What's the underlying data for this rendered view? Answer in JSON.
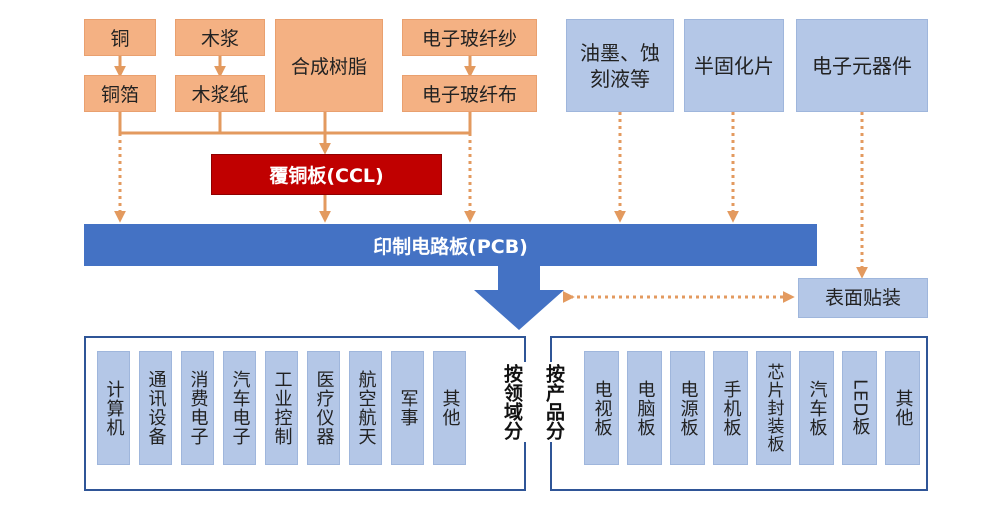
{
  "raw": {
    "copper": "铜",
    "copper_foil": "铜箔",
    "wood_pulp": "木浆",
    "wood_pulp_paper": "木浆纸",
    "synthetic_resin": "合成树脂",
    "glass_yarn": "电子玻纤纱",
    "glass_cloth": "电子玻纤布",
    "ink": "油墨、蚀刻液等",
    "prepreg": "半固化片",
    "components": "电子元器件"
  },
  "ccl": "覆铜板(CCL)",
  "pcb": "印制电路板(PCB)",
  "smt": "表面贴装",
  "by_domain": {
    "label": "按领域分",
    "items": [
      "计算机",
      "通讯设备",
      "消费电子",
      "汽车电子",
      "工业控制",
      "医疗仪器",
      "航空航天",
      "军事",
      "其他"
    ]
  },
  "by_product": {
    "label": "按产品分",
    "items": [
      "电视板",
      "电脑板",
      "电源板",
      "手机板",
      "芯片封装板",
      "汽车板",
      "LED板",
      "其他"
    ]
  },
  "colors": {
    "raw_material": "#f4b183",
    "auxiliary": "#b4c7e7",
    "ccl": "#c00000",
    "pcb": "#4472c4",
    "arrow_orange": "#e39a5f",
    "frame": "#2f5597"
  }
}
